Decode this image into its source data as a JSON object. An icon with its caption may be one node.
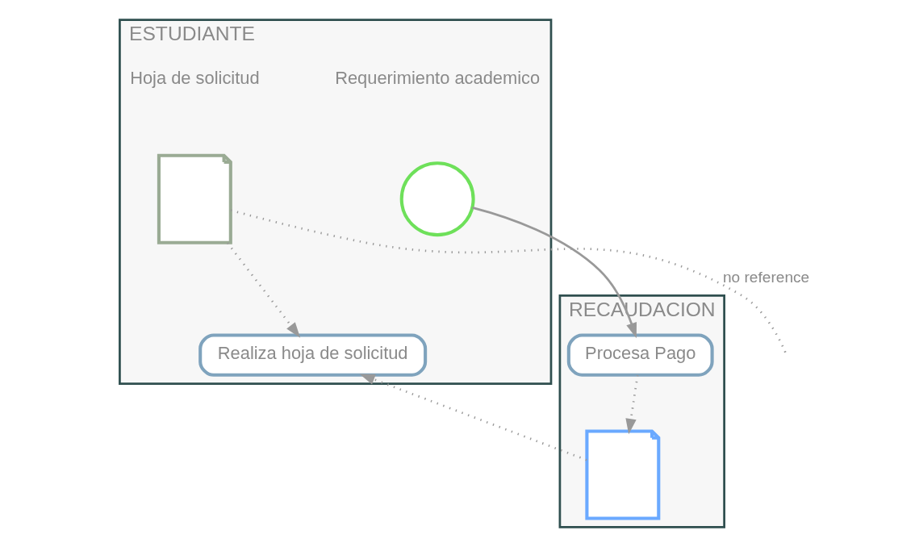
{
  "diagram": {
    "nodes": [
      {
        "text": [
          "ESTUDIANTE"
        ]
      },
      {
        "text": [
          "RECAUDACION"
        ]
      },
      {
        "text": [],
        "shape": "circle",
        "in": 0,
        "beside": [
          "Requerimiento academico"
        ]
      },
      {
        "text": [
          "Realiza hoja de solicitud"
        ],
        "in": 0
      },
      {
        "text": [],
        "shape": "document",
        "in": 0,
        "beside": [
          "Hoja de solicitud"
        ]
      },
      {
        "text": [
          "Procesa Pago"
        ],
        "in": 1
      },
      {
        "text": [],
        "shape": "document",
        "in": 1
      }
    ],
    "edges": [
      {
        "from": 2,
        "to": 5,
        "arrow": "to"
      },
      {
        "from": 4,
        "to": 3,
        "arrow": "to",
        "style": "dashed"
      },
      {
        "from": 5,
        "to": 6,
        "arrow": "to",
        "style": "dashed"
      },
      {
        "from": 6,
        "to": 3,
        "arrow": "to",
        "style": "dashed"
      },
      {
        "from": 4,
        "to": null,
        "arrow": "none",
        "style": "dashed",
        "label": "no reference"
      }
    ]
  }
}
